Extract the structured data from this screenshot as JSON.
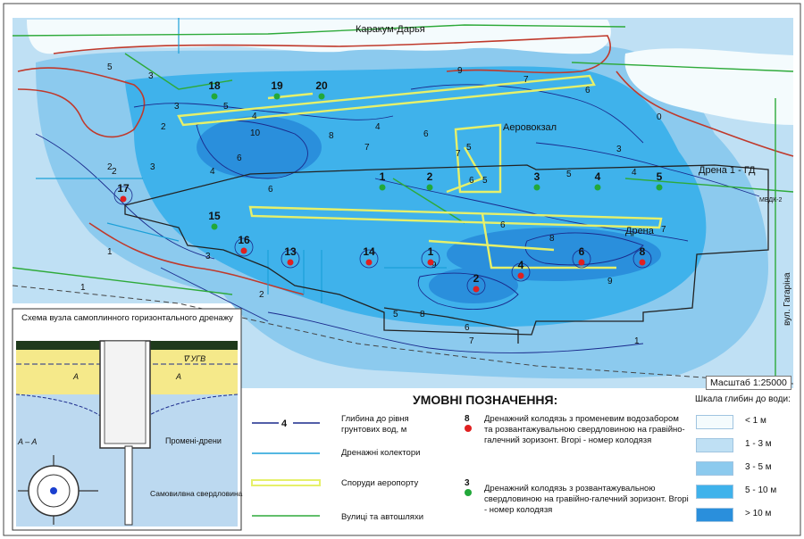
{
  "map": {
    "place_labels": {
      "canal": "Каракум-Дарья",
      "terminal": "Аеровокзал",
      "drain_gd": "Дрена 1 - ГД",
      "drain": "Дрена",
      "street": "вул. Гагаріна",
      "station": "МВДК-2"
    },
    "scale_ratio": "Масштаб 1:25000",
    "wells": [
      {
        "num": "18",
        "type": "green"
      },
      {
        "num": "19",
        "type": "green"
      },
      {
        "num": "20",
        "type": "green"
      },
      {
        "num": "1",
        "type": "green"
      },
      {
        "num": "2",
        "type": "green"
      },
      {
        "num": "3",
        "type": "green"
      },
      {
        "num": "4",
        "type": "green"
      },
      {
        "num": "5",
        "type": "green"
      },
      {
        "num": "15",
        "type": "green"
      },
      {
        "num": "17",
        "type": "red"
      },
      {
        "num": "16",
        "type": "red"
      },
      {
        "num": "13",
        "type": "red"
      },
      {
        "num": "14",
        "type": "red"
      },
      {
        "num": "1",
        "type": "red"
      },
      {
        "num": "2",
        "type": "red"
      },
      {
        "num": "4",
        "type": "red"
      },
      {
        "num": "6",
        "type": "red"
      },
      {
        "num": "8",
        "type": "red"
      }
    ],
    "contour_labels": [
      "3",
      "4",
      "5",
      "9",
      "7",
      "6",
      "5",
      "3",
      "2",
      "10",
      "8",
      "4",
      "7",
      "6",
      "5",
      "0",
      "3",
      "4",
      "5",
      "2",
      "3",
      "1",
      "6",
      "7",
      "6",
      "5",
      "8",
      "9",
      "1",
      "2",
      "5",
      "6",
      "4",
      "3",
      "2",
      "6",
      "7",
      "6",
      "9",
      "8",
      "7",
      "1"
    ]
  },
  "schema": {
    "title": "Схема вузла самоплинного горизонтального дренажу",
    "ugv": "∇ УГВ",
    "a1": "A",
    "a2": "A",
    "section": "A – A",
    "ray_drains": "Промені-дрени",
    "well": "Самовилвна свердловина"
  },
  "legend": {
    "title": "УМОВНІ ПОЗНАЧЕННЯ:",
    "depth_line_num": "4",
    "depth_line": "Глибина до рівня грунтових вод, м",
    "collectors": "Дренажні колектори",
    "airport": "Споруди аеропорту",
    "streets": "Вулиці та автошляхи",
    "red_well_num": "8",
    "red_well": "Дренажний колодязь з променевим водозабором та розвантажувальною свердловиною на гравійно-галечний зоризонт. Вгорі - номер колодязя",
    "green_well_num": "3",
    "green_well": "Дренажний колодязь з розвантажувальною свердловиною на гравійно-галечний зоризонт. Вгорі - номер колодязя"
  },
  "depth_scale": {
    "title": "Шкала глибин до води:",
    "levels": [
      {
        "label": "< 1 м",
        "color": "#f4fbfd"
      },
      {
        "label": "1 - 3 м",
        "color": "#bfe0f4"
      },
      {
        "label": "3 - 5 м",
        "color": "#8ccaee"
      },
      {
        "label": "5 - 10 м",
        "color": "#3fb2eb"
      },
      {
        "label": "> 10 м",
        "color": "#2a8fdc"
      }
    ]
  },
  "colors": {
    "contour": "#1a2a8c",
    "red_contour": "#c0392b",
    "collector": "#1ba0d8",
    "airport": "#e6f06a",
    "street": "#2eaa3a",
    "boundary": "#222222",
    "red_well": "#e02020",
    "green_well": "#22a83a"
  }
}
